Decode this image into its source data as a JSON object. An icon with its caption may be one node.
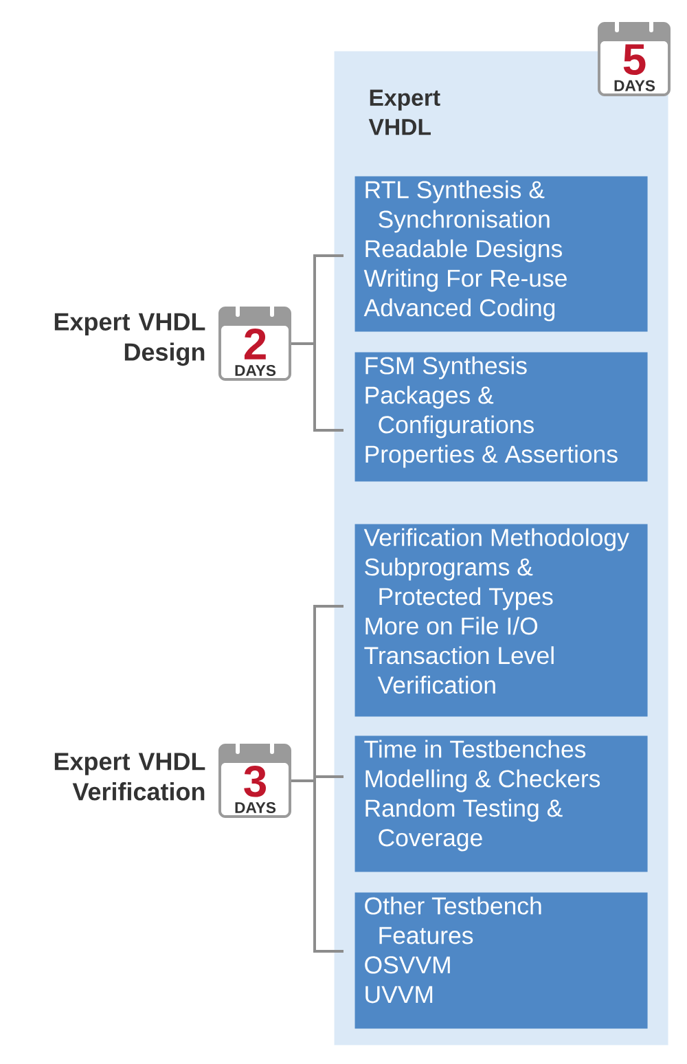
{
  "diagram": {
    "nodes": [
      {
        "text": [
          "Expert VHDL"
        ]
      },
      {
        "text": [
          "RTL Synthesis & Synchronisation",
          "Readable Designs",
          "Writing For Re-use",
          "Advanced Coding"
        ],
        "in": 0
      },
      {
        "text": [
          "FSM Synthesis",
          "Packages & Configurations",
          "Properties & Assertions"
        ],
        "in": 0
      },
      {
        "text": [
          "Verification Methodology",
          "Subprograms & Protected Types",
          "More on File I/O",
          "Transaction Level Verification"
        ],
        "in": 0
      },
      {
        "text": [
          "Time in Testbenches",
          "Modelling & Checkers",
          "Random Testing & Coverage"
        ],
        "in": 0
      },
      {
        "text": [
          "Other Testbench Features",
          "OSVVM",
          "UVVM"
        ],
        "in": 0
      },
      {
        "text": [
          "5",
          "DAYS"
        ]
      },
      {
        "text": [
          "Expert VHDL Design"
        ]
      },
      {
        "text": [
          "2",
          "DAYS"
        ]
      },
      {
        "text": [
          "Expert VHDL Verification"
        ]
      },
      {
        "text": [
          "3",
          "DAYS"
        ]
      }
    ],
    "edges": [
      {
        "from": 8,
        "to": 1,
        "arrow": "none"
      },
      {
        "from": 8,
        "to": 2,
        "arrow": "none"
      },
      {
        "from": 10,
        "to": 3,
        "arrow": "none"
      },
      {
        "from": 10,
        "to": 4,
        "arrow": "none"
      },
      {
        "from": 10,
        "to": 5,
        "arrow": "none"
      }
    ]
  }
}
